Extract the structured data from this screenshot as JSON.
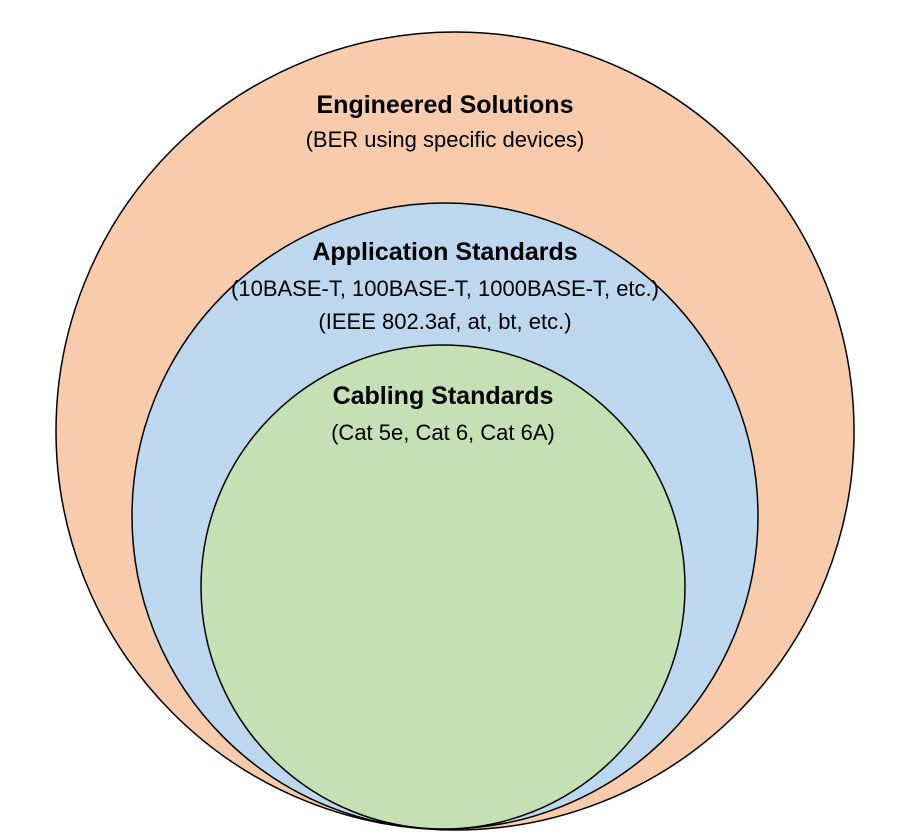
{
  "diagram": {
    "type": "nested-circles",
    "stroke_color": "#000000",
    "background_color": "#ffffff",
    "rings": [
      {
        "id": "engineered-solutions",
        "title": "Engineered Solutions",
        "subtitle_lines": [
          "(BER using specific devices)"
        ],
        "fill": "#F8CBAD"
      },
      {
        "id": "application-standards",
        "title": "Application Standards",
        "subtitle_lines": [
          "(10BASE-T, 100BASE-T, 1000BASE-T, etc.)",
          "(IEEE 802.3af, at, bt, etc.)"
        ],
        "fill": "#BDD7EE"
      },
      {
        "id": "cabling-standards",
        "title": "Cabling Standards",
        "subtitle_lines": [
          "(Cat 5e, Cat 6, Cat 6A)"
        ],
        "fill": "#C5E0B4"
      }
    ]
  }
}
